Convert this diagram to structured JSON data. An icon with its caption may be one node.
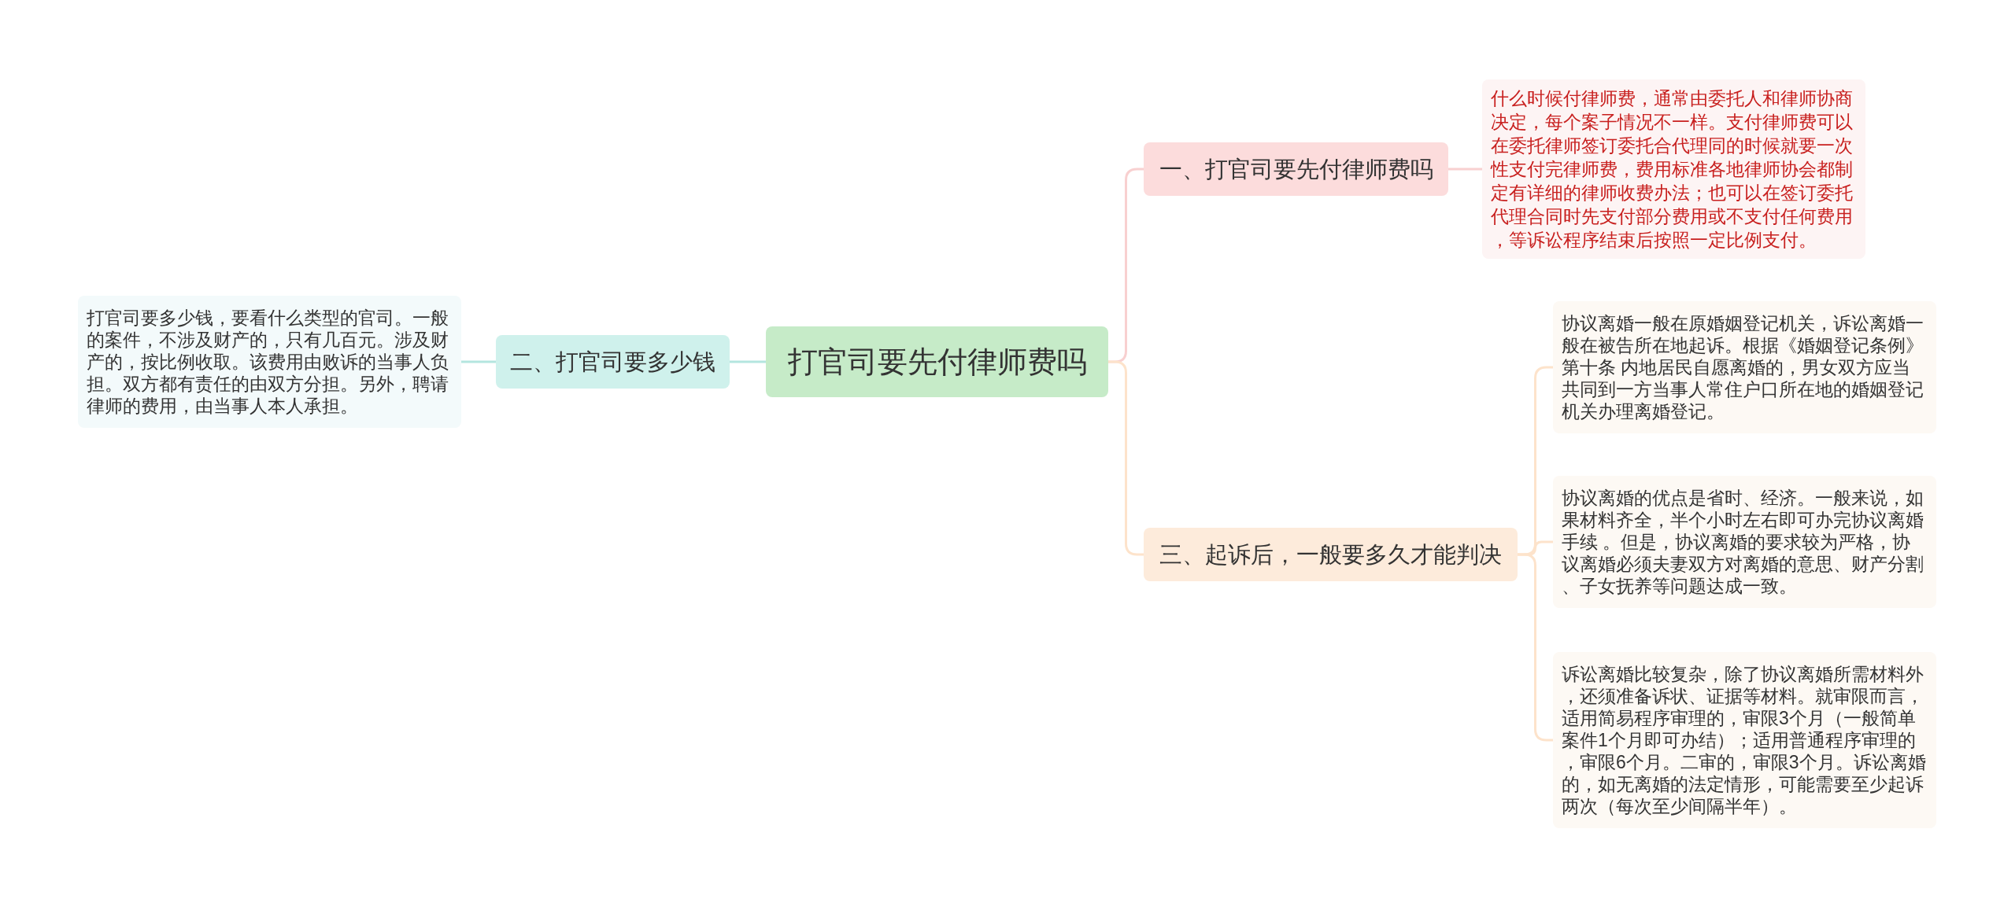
{
  "diagram": {
    "nodes": [
      {
        "text": [
          "打官司要先付律师费吗"
        ]
      },
      {
        "text": [
          "一、打官司要先付律师费吗"
        ]
      },
      {
        "text": [
          "什么时候付律师费，通常由委托人和律师协商决定，每个案子情况不一样。支付律师费可以在委托律师签订委托合代理同的时候就要一次性支付完律师费，费用标准各地律师协会都制定有详细的律师收费办法；也可以在签订委托代理合同时先支付部分费用或不支付任何费用，等诉讼程序结束后按照一定比例支付。"
        ]
      },
      {
        "text": [
          "二、打官司要多少钱"
        ]
      },
      {
        "text": [
          "打官司要多少钱，要看什么类型的官司。一般的案件，不涉及财产的，只有几百元。涉及财产的，按比例收取。该费用由败诉的当事人负担。双方都有责任的由双方分担。另外，聘请律师的费用，由当事人本人承担。"
        ]
      },
      {
        "text": [
          "三、起诉后，一般要多久才能判决"
        ]
      },
      {
        "text": [
          "协议离婚一般在原婚姻登记机关，诉讼离婚一般在被告所在地起诉。根据《婚姻登记条例》第十条 内地居民自愿离婚的，男女双方应当共同到一方当事人常住户口所在地的婚姻登记机关办理离婚登记。"
        ]
      },
      {
        "text": [
          "协议离婚的优点是省时、经济。一般来说，如果材料齐全，半个小时左右即可办完协议离婚手续 。但是，协议离婚的要求较为严格，协议离婚必须夫妻双方对离婚的意思、财产分割、子女抚养等问题达成一致。"
        ]
      },
      {
        "text": [
          "诉讼离婚比较复杂，除了协议离婚所需材料外，还须准备诉状、证据等材料。就审限而言，适用简易程序审理的，审限3个月（一般简单案件1个月即可办结）；适用普通程序审理的，审限6个月。二审的，审限3个月。诉讼离婚的，如无离婚的法定情形，可能需要至少起诉两次（每次至少间隔半年）。"
        ]
      }
    ],
    "edges": [
      {
        "from": 0,
        "to": 1,
        "arrow": "none",
        "color": "#f8d0d0"
      },
      {
        "from": 1,
        "to": 2,
        "arrow": "none",
        "color": "#f8d0d0"
      },
      {
        "from": 0,
        "to": 3,
        "arrow": "none",
        "color": "#b4e6df"
      },
      {
        "from": 3,
        "to": 4,
        "arrow": "none",
        "color": "#b4e6df"
      },
      {
        "from": 0,
        "to": 5,
        "arrow": "none"
      },
      {
        "from": 5,
        "to": 6,
        "arrow": "none"
      },
      {
        "from": 5,
        "to": 7,
        "arrow": "none"
      },
      {
        "from": 5,
        "to": 8,
        "arrow": "none"
      }
    ]
  }
}
